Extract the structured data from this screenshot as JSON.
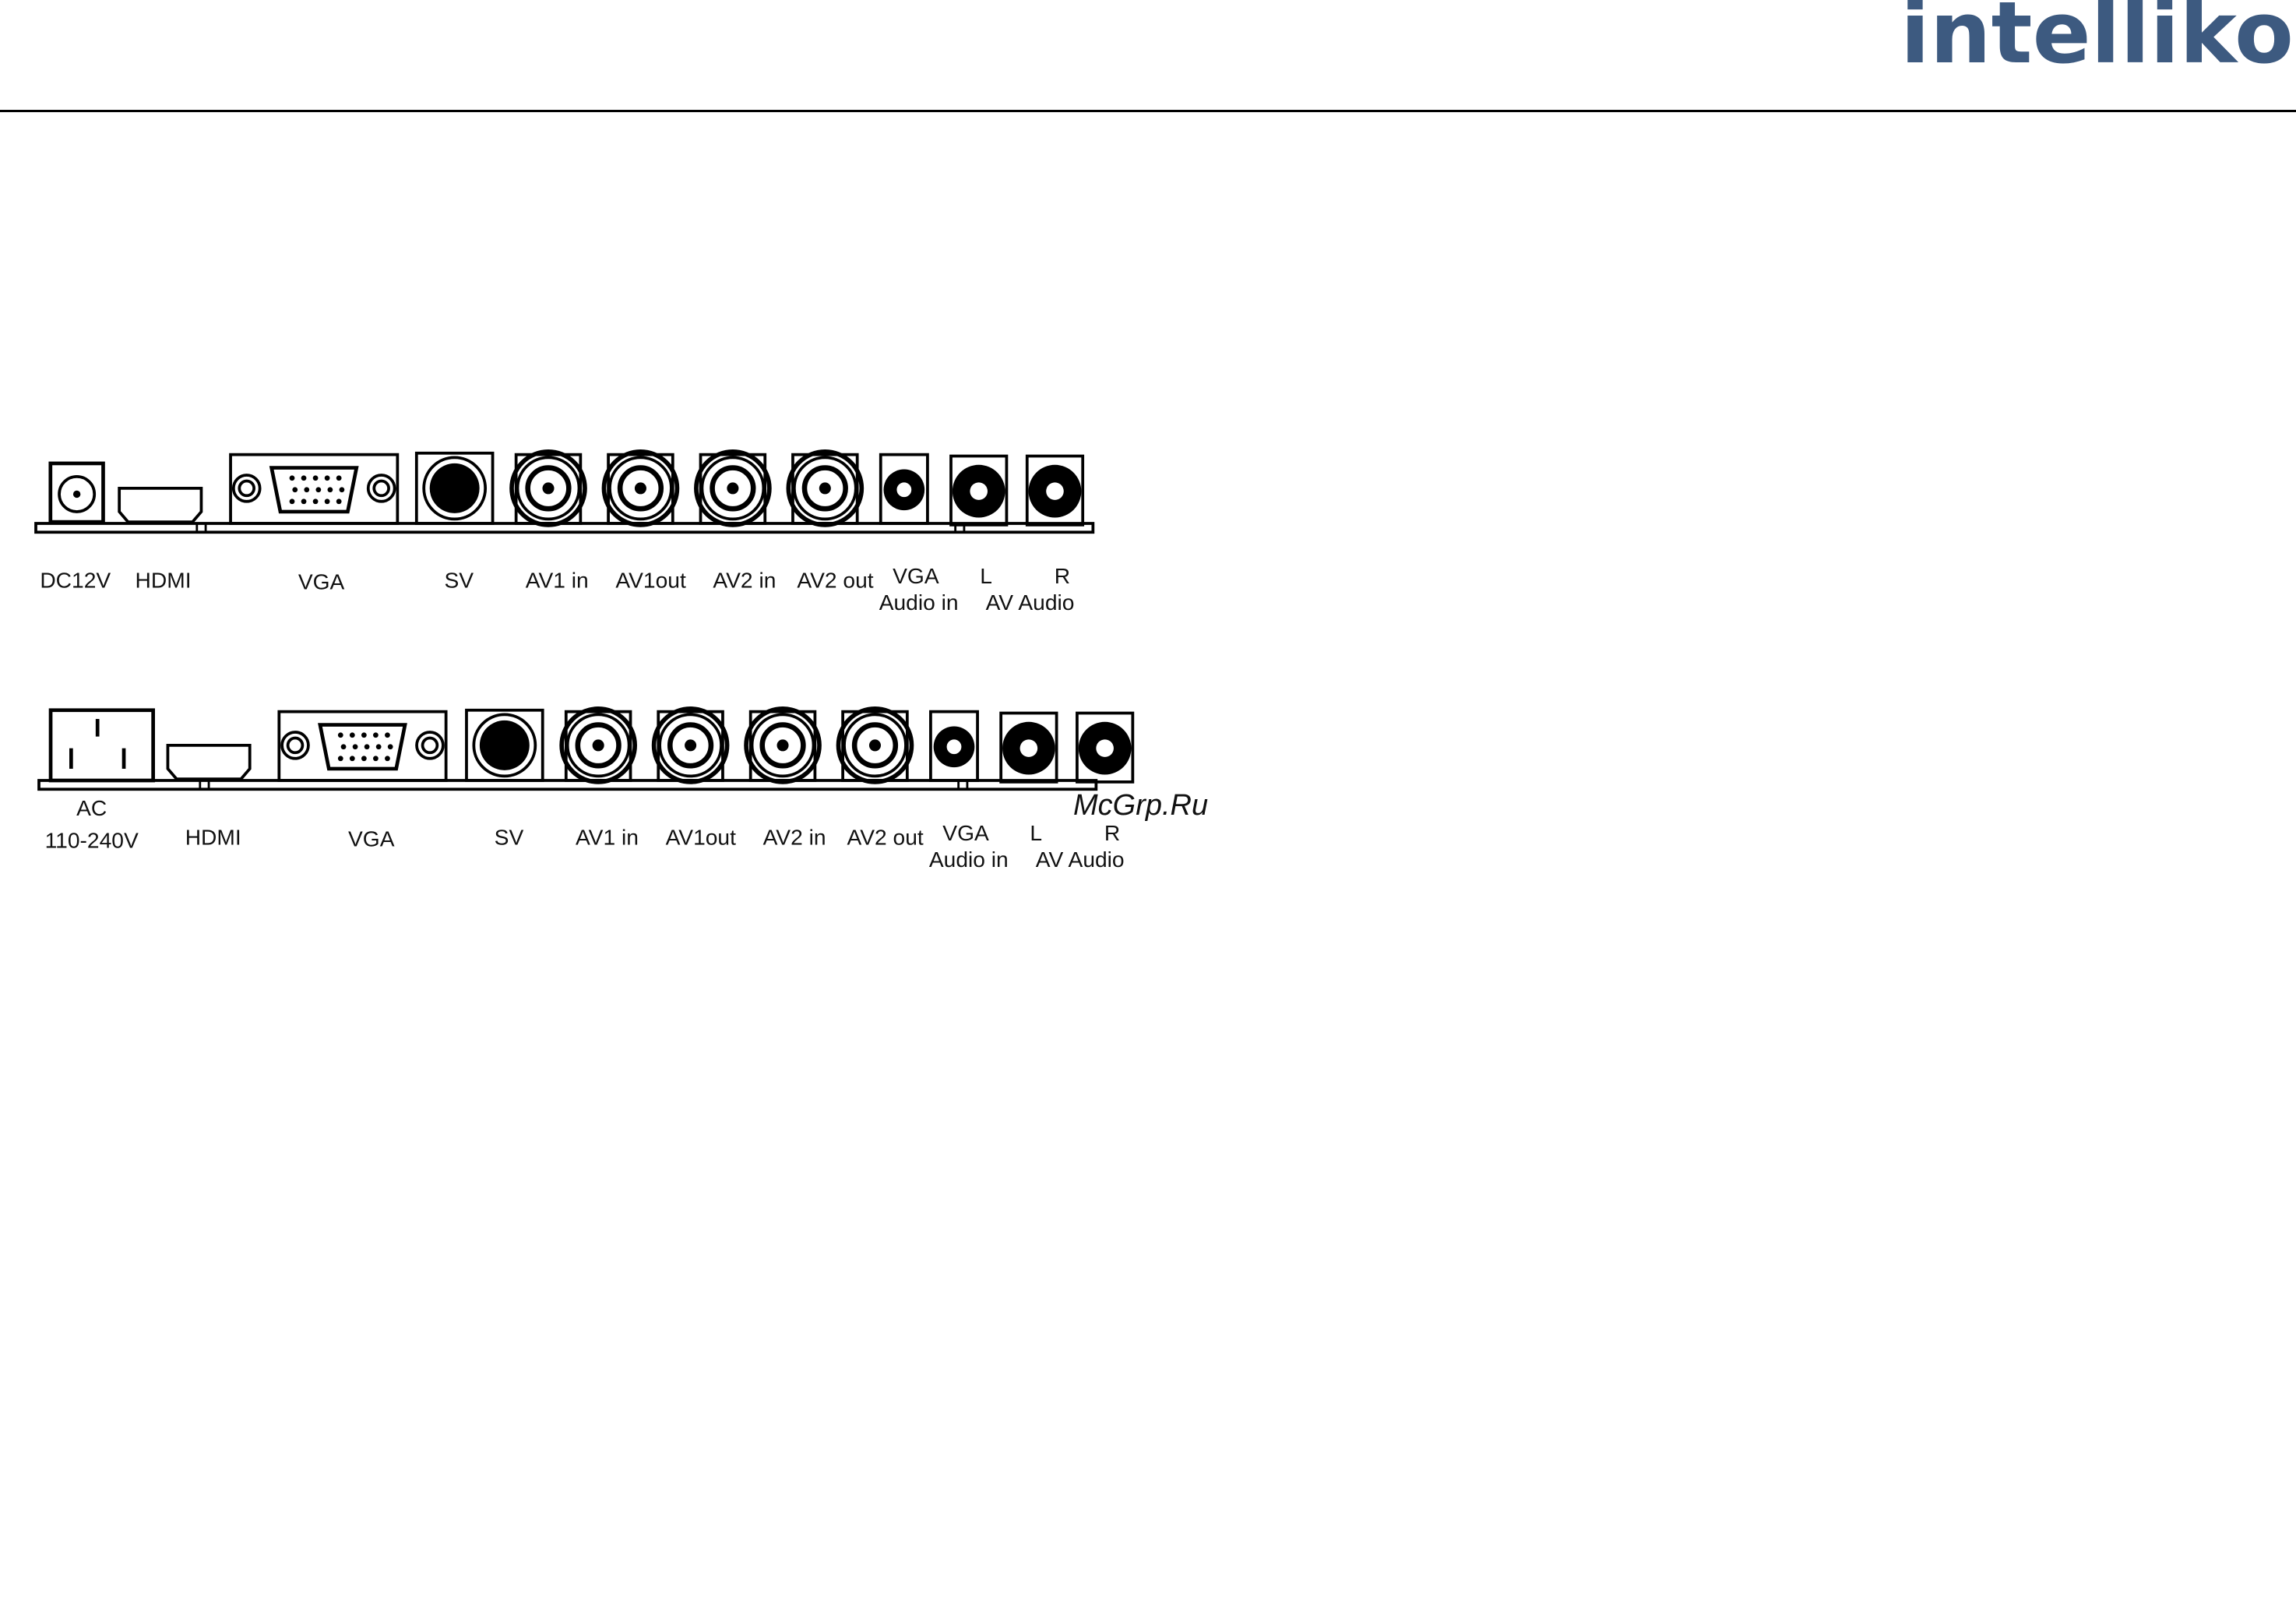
{
  "header": {
    "logo_text": "intelliko",
    "logo_color": "#3d5a80"
  },
  "panels": [
    {
      "labels": {
        "power": [
          "DC12V"
        ],
        "hdmi": "HDMI",
        "vga": "VGA",
        "sv": "SV",
        "av1_in": "AV1 in",
        "av1_out": "AV1out",
        "av2_in": "AV2 in",
        "av2_out": "AV2 out",
        "vga_audio": [
          "VGA",
          "Audio in"
        ],
        "audio_l": "L",
        "audio_r": "R",
        "av_audio": "AV Audio"
      }
    },
    {
      "labels": {
        "power": [
          "AC",
          "110-240V"
        ],
        "hdmi": "HDMI",
        "vga": "VGA",
        "sv": "SV",
        "av1_in": "AV1 in",
        "av1_out": "AV1out",
        "av2_in": "AV2 in",
        "av2_out": "AV2 out",
        "vga_audio": [
          "VGA",
          "Audio in"
        ],
        "audio_l": "L",
        "audio_r": "R",
        "av_audio": "AV Audio"
      }
    }
  ],
  "watermark": {
    "text": "McGrp.Ru",
    "color": "#c0392b"
  }
}
